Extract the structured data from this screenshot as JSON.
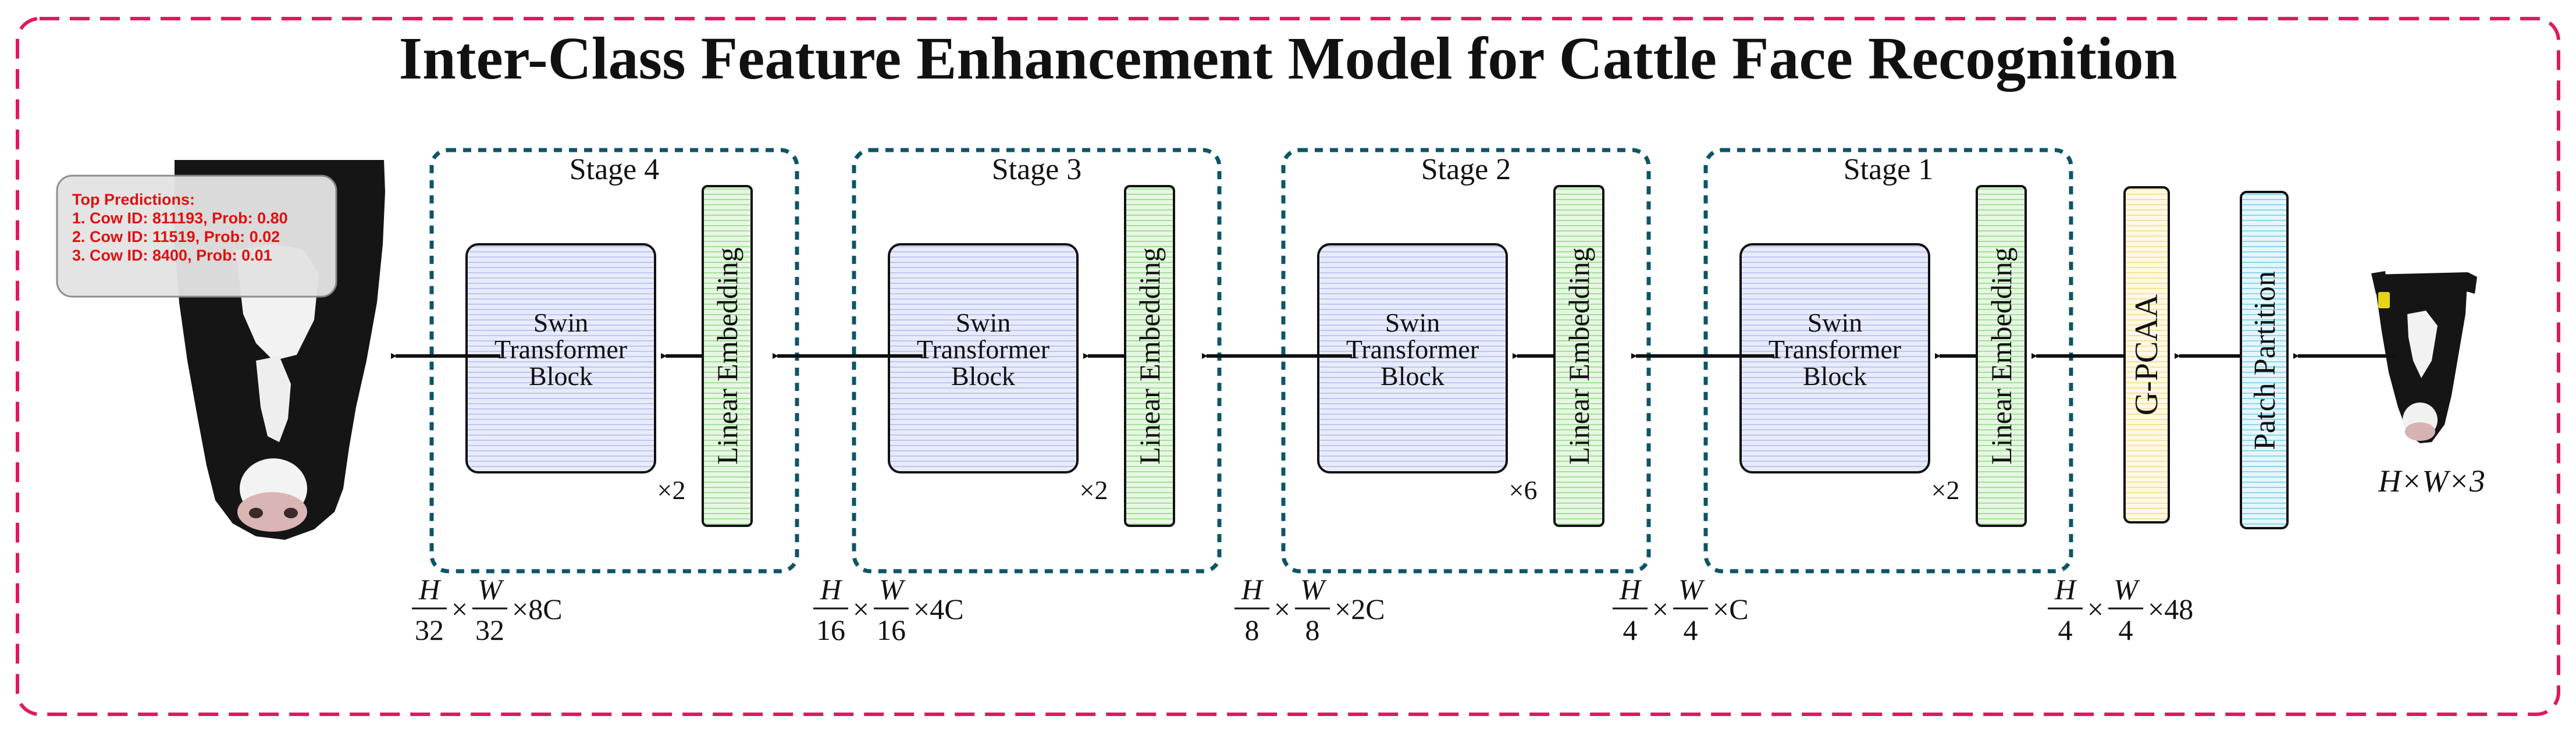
{
  "title": "Inter-Class Feature Enhancement Model for Cattle Face Recognition",
  "colors": {
    "frame": "#e0185f",
    "stage_border": "#0d5566",
    "swin_fill": "#e8ebfb",
    "swin_stripe": "#9aa8e8",
    "linear_fill": "#e6f7e2",
    "linear_stripe": "#7ccc70",
    "gpcaa_fill": "#fff9e4",
    "gpcaa_stripe": "#f0d070",
    "gpcaa_text": "#e8221a",
    "patch_fill": "#e4f7fd",
    "patch_stripe": "#55bde0",
    "prediction_text": "#e01010"
  },
  "stages": [
    {
      "title": "Stage 4",
      "swin_lines": [
        "Swin",
        "Transformer",
        "Block"
      ],
      "linear_label": "Linear Embedding",
      "repeat": "×2"
    },
    {
      "title": "Stage 3",
      "swin_lines": [
        "Swin",
        "Transformer",
        "Block"
      ],
      "linear_label": "Linear Embedding",
      "repeat": "×2"
    },
    {
      "title": "Stage 2",
      "swin_lines": [
        "Swin",
        "Transformer",
        "Block"
      ],
      "linear_label": "Linear Embedding",
      "repeat": "×6"
    },
    {
      "title": "Stage 1",
      "swin_lines": [
        "Swin",
        "Transformer",
        "Block"
      ],
      "linear_label": "Linear Embedding",
      "repeat": "×2"
    }
  ],
  "gpcaa_label": "G-PCAA",
  "patch_label": "Patch Partition",
  "input_dims": "H×W×3",
  "dims": [
    {
      "h_num": "H",
      "h_den": "32",
      "w_num": "W",
      "w_den": "32",
      "channels": "8C"
    },
    {
      "h_num": "H",
      "h_den": "16",
      "w_num": "W",
      "w_den": "16",
      "channels": "4C"
    },
    {
      "h_num": "H",
      "h_den": "8",
      "w_num": "W",
      "w_den": "8",
      "channels": "2C"
    },
    {
      "h_num": "H",
      "h_den": "4",
      "w_num": "W",
      "w_den": "4",
      "channels": "C"
    },
    {
      "h_num": "H",
      "h_den": "4",
      "w_num": "W",
      "w_den": "4",
      "channels": "48"
    }
  ],
  "predictions": {
    "heading": "Top Predictions:",
    "lines": [
      "1. Cow ID: 811193, Prob: 0.80",
      "2. Cow ID: 11519, Prob: 0.02",
      "3. Cow ID: 8400, Prob: 0.01"
    ]
  },
  "icons": {
    "output_image": "cow-face-large-icon",
    "input_image": "cow-face-small-icon"
  }
}
